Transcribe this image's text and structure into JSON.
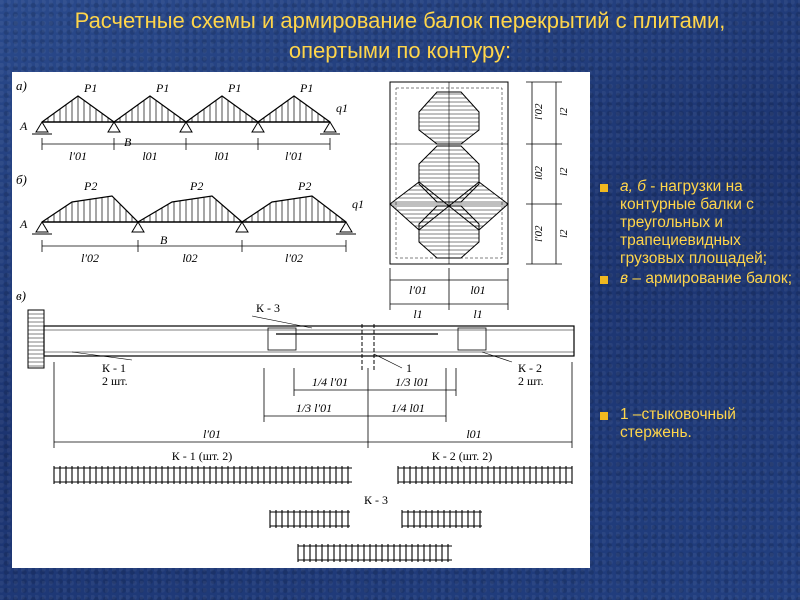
{
  "title": "Расчетные схемы и армирование балок перекрытий с плитами, опертыми по контуру:",
  "colors": {
    "background": "#1f3a78",
    "title": "#ffd54a",
    "bullet": "#f0b820"
  },
  "diagram": {
    "a": {
      "label": "а)",
      "loads": [
        "P1",
        "P1",
        "P1",
        "P1"
      ],
      "q": "q1",
      "support_a": "A",
      "support_b": "B",
      "spans": [
        "l′01",
        "l01",
        "l01",
        "l′01"
      ]
    },
    "b": {
      "label": "б)",
      "loads": [
        "P2",
        "P2",
        "P2"
      ],
      "q": "q1",
      "support_a": "A",
      "support_b": "B",
      "spans": [
        "l′02",
        "l02",
        "l′02"
      ]
    },
    "plan": {
      "bottom": [
        "l′01",
        "l01",
        "l1",
        "l1"
      ],
      "side_a": [
        "l′02",
        "l02",
        "l′02"
      ],
      "side_b": [
        "l2",
        "l2",
        "l2"
      ]
    },
    "v": {
      "label": "в)",
      "k3": "К - 3",
      "k1": "К - 1",
      "k1_qty": "2 шт.",
      "k2": "К - 2",
      "k2_qty": "2 шт.",
      "joint": "1",
      "dims_left": [
        "1/4 l′01",
        "1/3 l′01"
      ],
      "dims_right": [
        "1/3 l01",
        "1/4 l01"
      ],
      "span_left": "l′01",
      "span_right": "l01",
      "cage1": "К - 1 (шт. 2)",
      "cage2": "К - 2 (шт. 2)",
      "cage3": "К - 3"
    }
  },
  "bullets": [
    {
      "italic": "а, б",
      "text": " - нагрузки на контурные балки с треугольных и трапециевидных грузовых площадей;"
    },
    {
      "italic": "в",
      "text": " – армирование балок;"
    },
    {
      "italic": "",
      "text": "1 –стыковочный стержень."
    }
  ]
}
